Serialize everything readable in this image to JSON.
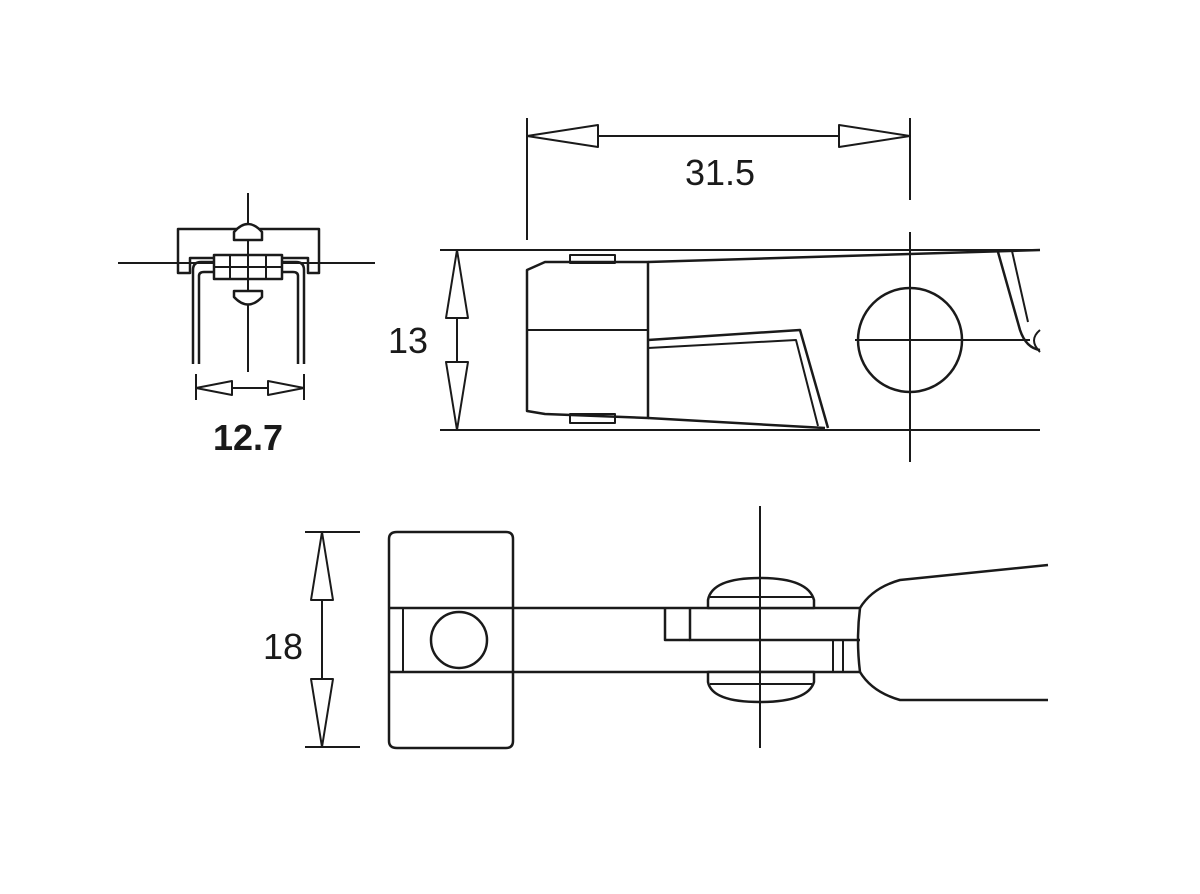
{
  "dimensions": {
    "length": "31.5",
    "height": "13",
    "front_width": "12.7",
    "top_width": "18"
  },
  "colors": {
    "line": "#1a1a1a",
    "background": "#ffffff"
  }
}
